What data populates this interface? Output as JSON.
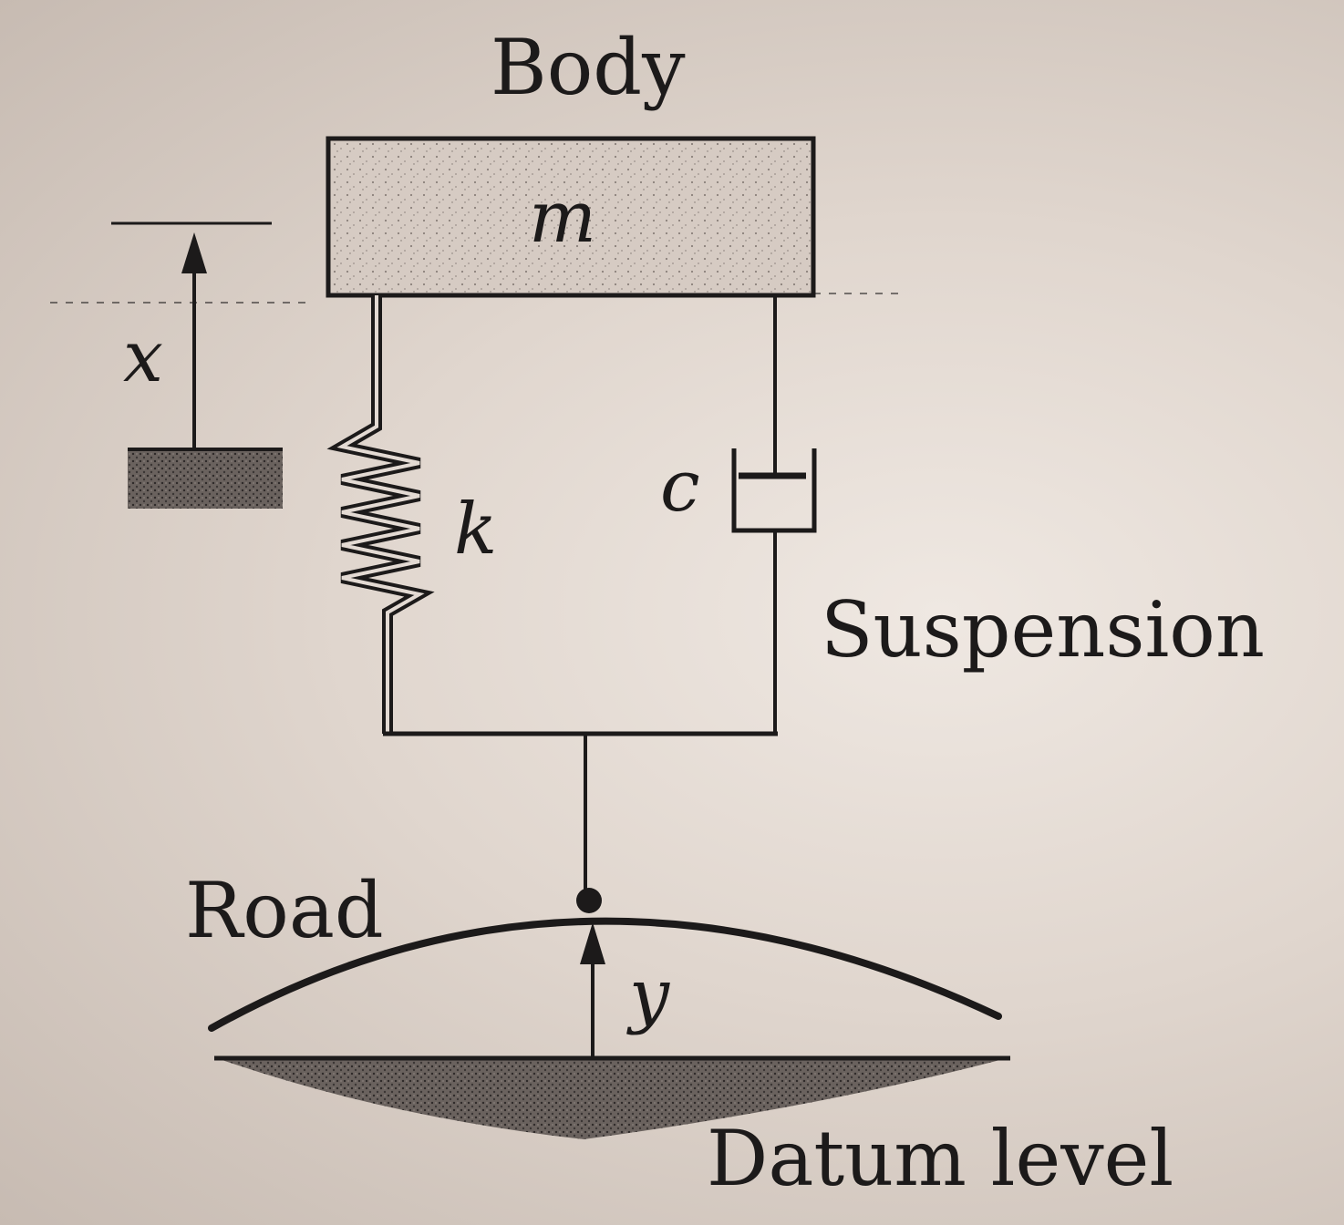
{
  "labels": {
    "body": "Body",
    "mass": "m",
    "x": "x",
    "spring": "k",
    "damper": "c",
    "suspension": "Suspension",
    "road": "Road",
    "y": "y",
    "datum": "Datum level"
  },
  "colors": {
    "ink": "#1c1a1a",
    "paper": "#e6ddd6",
    "mass_fill": "#d6cbc3",
    "ground_fill": "#5e5754"
  }
}
